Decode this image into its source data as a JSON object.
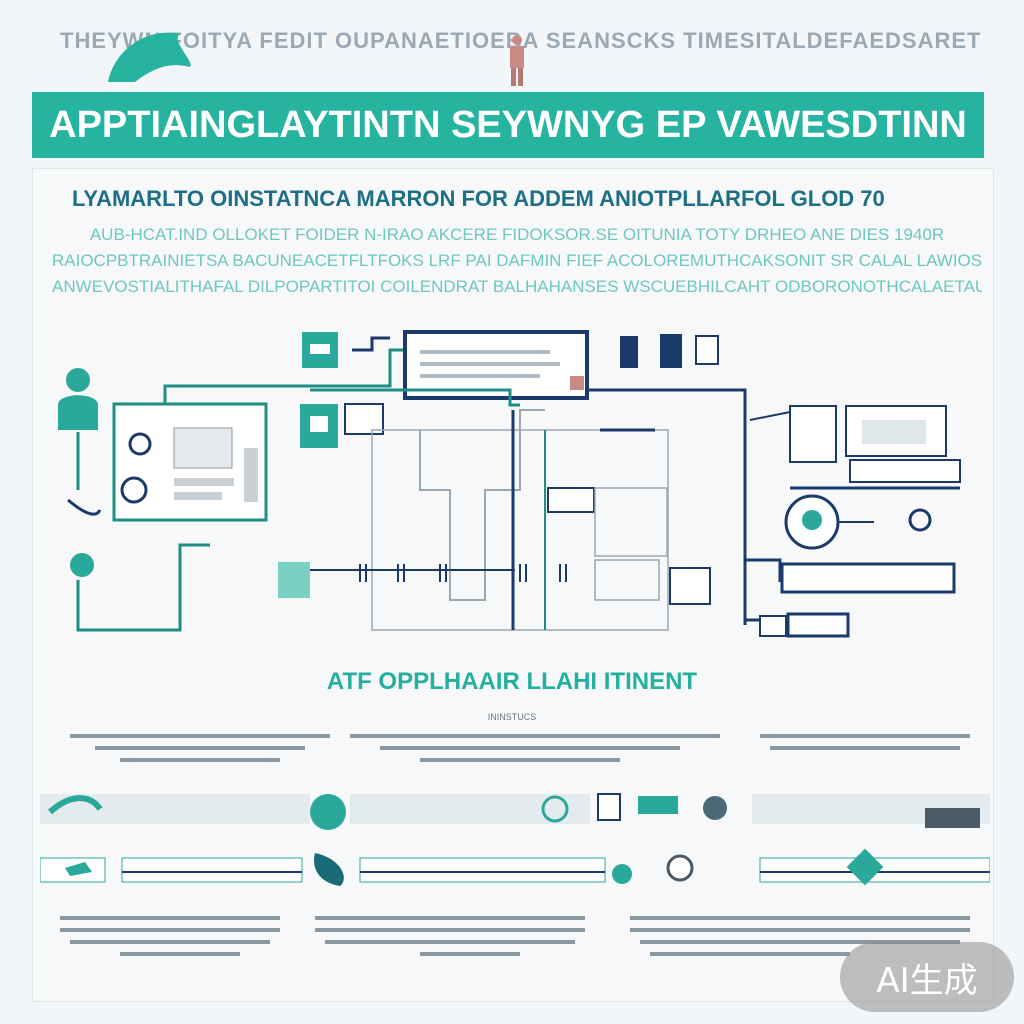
{
  "top_caption": "THEYWN FOITYA FEDIT OUPANAETIOEBA SEANSCKS TIMESITALDEFAEDSARET",
  "banner_title": "APPTIAINGLAYTINTN SEYWNYG EP VAWESDTINN",
  "subtitle": "LYAMARLTO OINSTATNCA MARRON FOR ADDEM ANIOTPLLARFOL GLOD 70",
  "intro_lines": [
    "AUB-HCAT.IND OLLOKET FOIDER N-IRAO AKCERE FIDOKSOR.SE OITUNIA TOTY DRHEO ANE DIES 1940R",
    "RAIOCPBTRAINIETSA BACUNEACETFLTFOKS LRF PAI DAFMIN FIEF ACOLOREMUTHCAKSONIT SR CALAL LAWIOSTIND",
    "ANWEVOSTIALITHAFAL DILPOPARTITOI COILENDRAT BALHAHANSES WSCUEBHILCAHT ODBORONOTHCALAETAUI"
  ],
  "section_heading": "ATF OPPLHAAIR LLAHI ITINENT",
  "small_label": "ININSTUCS",
  "icons": [
    "person-icon",
    "headphone-icon",
    "doc-icon",
    "monitor-icon",
    "gear-icon",
    "keyboard-icon",
    "chip-icon"
  ],
  "colors": {
    "teal": "#26b3a0",
    "navy": "#1b3a6b",
    "banner": "#26b3a0"
  },
  "watermark": "AI生成"
}
